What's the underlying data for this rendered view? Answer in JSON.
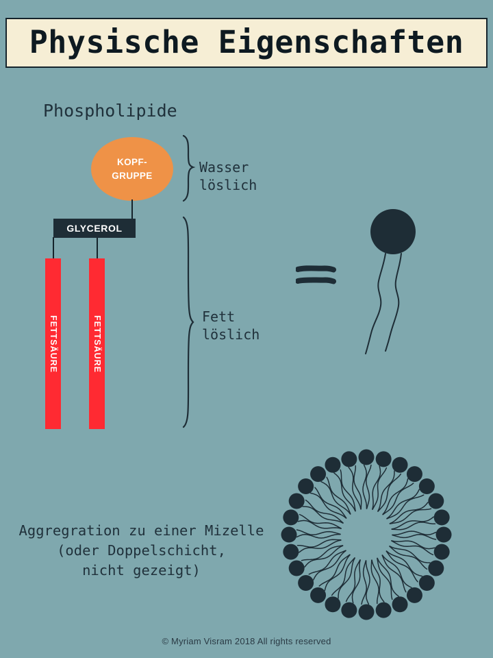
{
  "poster": {
    "title": "Physische Eigenschaften",
    "background_color": "#7FA8AE",
    "banner_fill": "#F6EED5",
    "banner_border": "#15232B",
    "ink_color": "#1E2D36",
    "accent_orange": "#EF9247",
    "accent_red": "#FF2A32"
  },
  "section": {
    "label": "Phospholipide"
  },
  "molecule": {
    "head": {
      "line1": "KOPF-",
      "line2": "GRUPPE",
      "color": "#EF9247"
    },
    "backbone": {
      "label": "GLYCEROL",
      "color": "#1E2D36"
    },
    "tails": [
      {
        "label": "FETTSÄURE",
        "color": "#FF2A32"
      },
      {
        "label": "FETTSÄURE",
        "color": "#FF2A32"
      }
    ]
  },
  "solubility": [
    {
      "id": "water",
      "line1": "Wasser",
      "line2": "löslich"
    },
    {
      "id": "fat",
      "line1": "Fett",
      "line2": "löslich"
    }
  ],
  "equivalence": {
    "symbol": "="
  },
  "simplified_lipid": {
    "head_shape": "filled-circle",
    "tail_count": 2,
    "color": "#1E2D36"
  },
  "micelle": {
    "lipid_count": 28,
    "head_color": "#1E2D36",
    "tail_color": "#1E2D36",
    "orientation": "heads-outward"
  },
  "aggregation": {
    "line1": "Aggregration zu einer Mizelle",
    "line2": "(oder Doppelschicht,",
    "line3": "nicht gezeigt)"
  },
  "footer": {
    "credit": "© Myriam Visram 2018 All rights reserved"
  }
}
